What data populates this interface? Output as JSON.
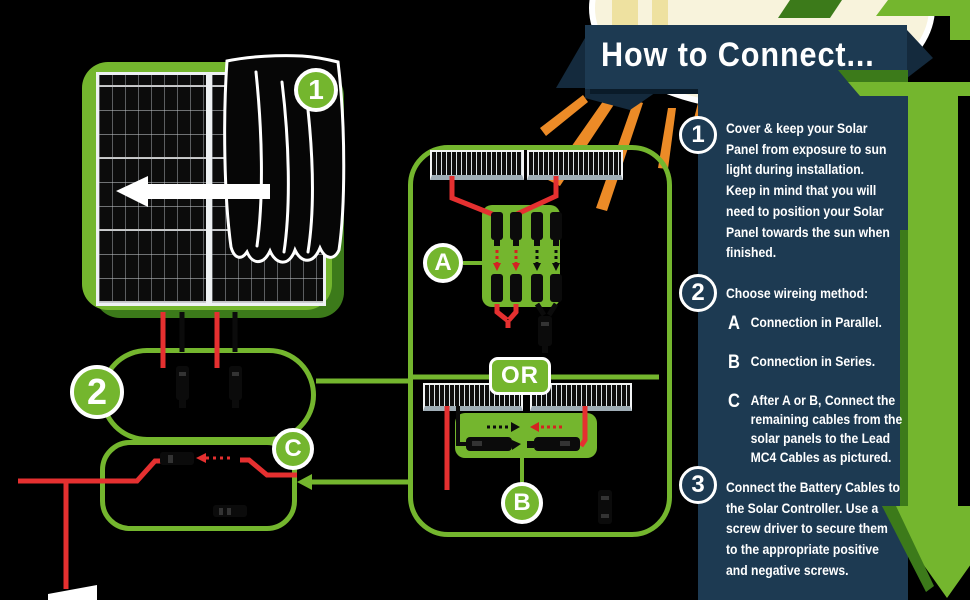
{
  "title": "How to Connect...",
  "diagram": {
    "badge1": "1",
    "badge2": "2",
    "badgeA": "A",
    "badgeB": "B",
    "badgeC": "C",
    "or_label": "OR"
  },
  "instructions": {
    "step1": {
      "number": "1",
      "text": "Cover & keep your Solar\nPanel from exposure to sun\nlight during installation.\nKeep in mind that you will\nneed to position your Solar\nPanel towards the sun when\nfinished."
    },
    "step2": {
      "number": "2",
      "heading": "Choose wireing method:",
      "options": [
        {
          "key": "A",
          "text": "Connection in Parallel."
        },
        {
          "key": "B",
          "text": "Connection in Series."
        },
        {
          "key": "C",
          "text": "After A or B, Connect the\nremaining cables from the\nsolar panels to the Lead\nMC4 Cables as pictured."
        }
      ]
    },
    "step3": {
      "number": "3",
      "text": "Connect the Battery Cables to\nthe Solar Controller. Use a\nscrew driver to secure them\nto the appropriate positive\nand negative screws."
    }
  },
  "colors": {
    "green": "#74b62e",
    "dark_green": "#3c7a1a",
    "navy": "#1d3a52",
    "red": "#e53030",
    "orange": "#ec8b27",
    "cream": "#f8f3dc",
    "white": "#ffffff",
    "black": "#000000"
  }
}
